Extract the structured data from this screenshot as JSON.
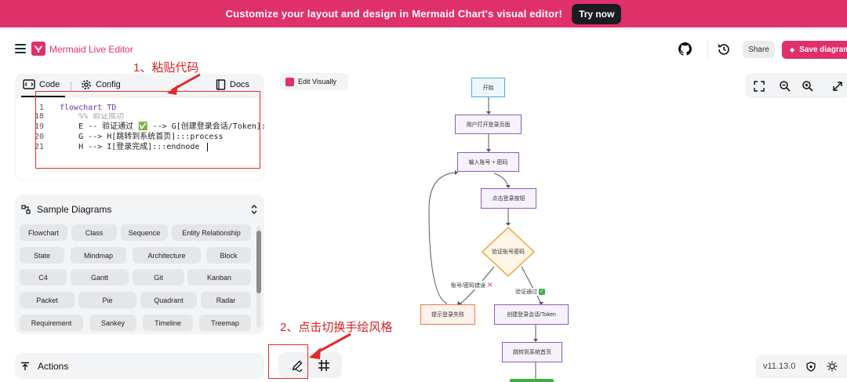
{
  "banner": {
    "message": "Customize your layout and design in Mermaid Chart's visual editor!",
    "cta": "Try now"
  },
  "header": {
    "app_name": "Mermaid Live Editor",
    "share_label": "Share",
    "save_label": "Save diagram"
  },
  "editor": {
    "tabs": [
      {
        "label": "Code",
        "icon": "code-icon"
      },
      {
        "label": "Config",
        "icon": "gear-icon"
      },
      {
        "label": "Docs",
        "icon": "book-icon"
      }
    ],
    "lines": [
      {
        "num": "1",
        "text": "flowchart TD"
      },
      {
        "num": "18",
        "text": "    %% 验证成功"
      },
      {
        "num": "19",
        "text": "    E -- 验证通过 ✅ --> G[创建登录会话/Token]::"
      },
      {
        "num": "20",
        "text": "    G --> H[跳转到系统首页]:::process"
      },
      {
        "num": "21",
        "text": "    H --> I[登录完成]:::endnode"
      }
    ]
  },
  "annotations": {
    "paste_code": "1、粘贴代码",
    "toggle_handdrawn": "2、点击切换手绘风格"
  },
  "samples": {
    "title": "Sample Diagrams",
    "items": [
      "Flowchart",
      "Class",
      "Sequence",
      "Entity Relationship",
      "State",
      "Mindmap",
      "Architecture",
      "Block",
      "C4",
      "Gantt",
      "Git",
      "Kanban",
      "Packet",
      "Pie",
      "Quadrant",
      "Radar",
      "Requirement",
      "Sankey",
      "Timeline",
      "Treemap"
    ]
  },
  "actions": {
    "title": "Actions"
  },
  "canvas": {
    "edit_visually": "Edit Visually",
    "version": "v11.13.0",
    "nodes": {
      "start": "开始",
      "open_page": "用户打开登录页面",
      "input": "输入账号 + 密码",
      "click_login": "点击登录按钮",
      "verify": "验证账号密码",
      "fail": "提示登录失败",
      "session": "创建登录会话/Token",
      "home": "跳转到系统首页"
    },
    "edges": {
      "error": "账号/密码错误",
      "pass": "验证通过"
    }
  },
  "colors": {
    "brand": "#e0306a",
    "banner_bg": "#e0306a",
    "annotation": "#e32a2a",
    "node_border": "#8e5bc2",
    "start_border": "#4aa8d6",
    "decision_border": "#f0a43a",
    "fail_border": "#e87a4a"
  }
}
